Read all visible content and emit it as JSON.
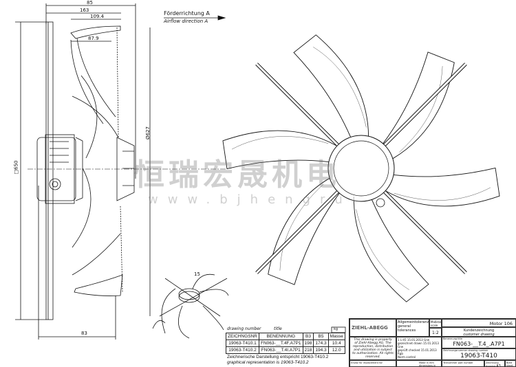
{
  "header": {
    "airflow_de": "Förderrichtung A",
    "airflow_en": "Airflow direction A"
  },
  "dimensions": {
    "d85": "85",
    "d163": "163",
    "d109": "109.4",
    "d87": "87.9",
    "d650": "□650",
    "d627": "Ø627",
    "d83": "83",
    "d15": "15"
  },
  "table": {
    "caption_number": "drawing number",
    "caption_title": "title",
    "weight_unit": "kg",
    "headers": [
      "ZEICHNGSNR",
      "BENENNUNG",
      "B3",
      "B5",
      "Masse"
    ],
    "rows": [
      [
        "19063-T410.1",
        "FN063-__T.4F.A7P1",
        "198",
        "174.3",
        "10.4"
      ],
      [
        "19063-T410.2",
        "FN063-__T.4I.A7P1",
        "218",
        "194.3",
        "12.0"
      ]
    ],
    "note_de": "Zeichnerische Darstellung entspricht 19063-T410.2",
    "note_en": "graphical representation is 19063-T410.2"
  },
  "title_block": {
    "logo": "ZIEHL-ABEGG",
    "tolerance_label": "Allgemeintoleranzen general tolerances",
    "scale_label": "Maßstab scale",
    "scale": "1:2",
    "motor": "Motor 106",
    "customer_de": "Kundenzeichnung",
    "customer_en": "customer drawing",
    "property_note": "This drawing is property of Ziehl-Abegg AG. The reproduction, distribution and utilization is subject to authorization. All rights reserved.",
    "index": "1",
    "change": "L-45",
    "dates": [
      "15.01.2013",
      "15.01.2013",
      "15.01.2013"
    ],
    "names": [
      "Grw",
      "Grw",
      "Rgb"
    ],
    "roles": [
      "gezeichnet drawn",
      "geprüft checked",
      "Norm control"
    ],
    "designation_label": "Benennung title",
    "designation": "FN063-__T.4_.A7P1",
    "drawing_number_label": "Zeichnungsnummer drawing number",
    "drawing_number": "19063-T410",
    "replacement_label": "Ersatz für replacement for",
    "dims_note": "Maße in mm dimensions in mm",
    "part_number_label": "Teilnummer part number",
    "format_label": "Zeichnung drawing",
    "format": "A3",
    "sheet_label": "Blatt sheet",
    "sheet": "1"
  },
  "watermark": {
    "cn": "恒瑞宏晟机电",
    "url": "www.bjhengrui"
  }
}
